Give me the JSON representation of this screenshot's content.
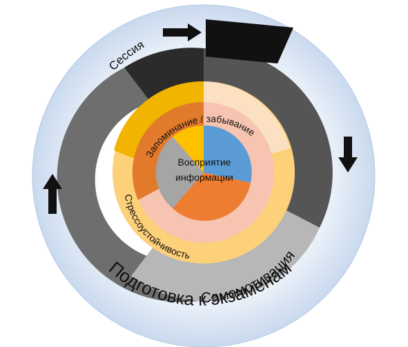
{
  "diagram": {
    "outer_ring_label": "Подготовка к экзаменам",
    "session_label": "Сессия",
    "motivation_label": "Самомотивация",
    "stress_label": "Стрессоустойчивость",
    "memory_label": "Запоминание / забывание",
    "center_line1": "Восприятие",
    "center_line2": "информации"
  },
  "colors": {
    "outer_ring": "#dbe6f4",
    "dark_gray": "#5a5a5a",
    "mid_gray": "#b7b7b7",
    "black": "#111111",
    "yellow_ring": "#fdd07a",
    "peach": "#fbe0c2",
    "gold": "#f1b400",
    "orange": "#e27a2c",
    "center_blue": "#5b9bd5",
    "center_orange": "#ed7d31",
    "center_gray": "#a5a5a5",
    "center_yellow": "#ffc000",
    "salmon": "#f6c4b0"
  },
  "icons": [
    "arrow-right-icon",
    "arrow-down-icon",
    "arrow-up-icon"
  ]
}
